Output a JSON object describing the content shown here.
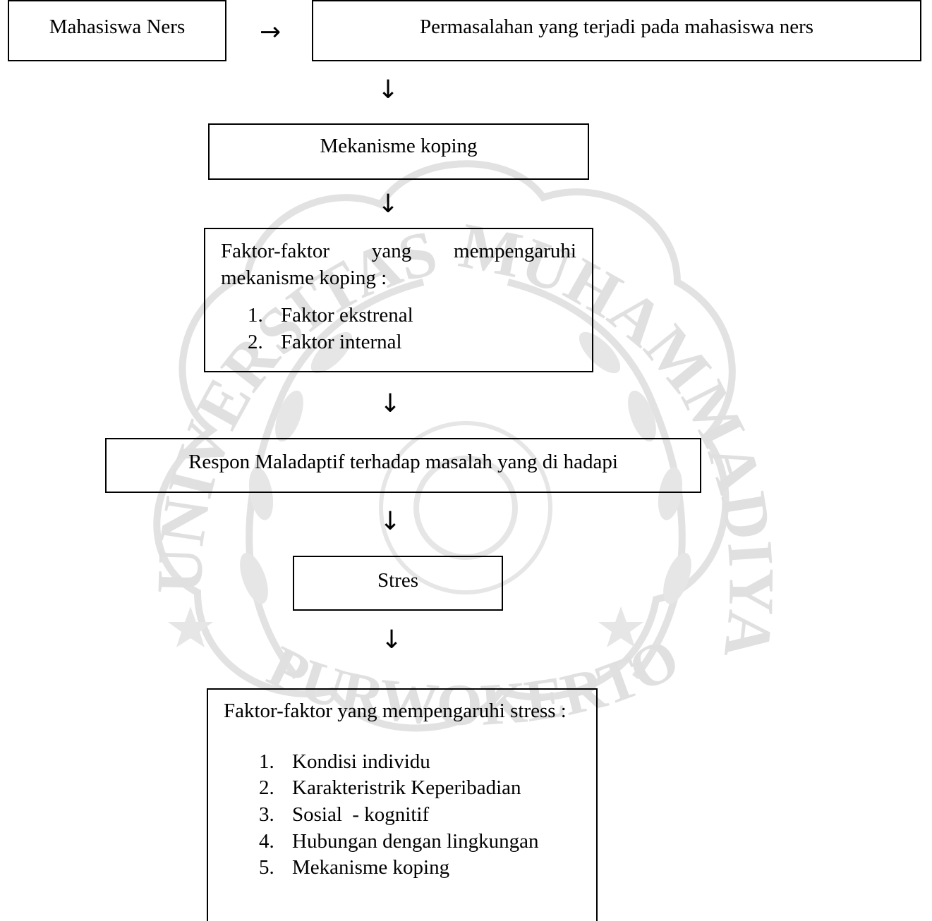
{
  "watermark": {
    "arc_text": "UNIVERSITAS MUHAMMADIYAH",
    "bottom_text": "PURWOKERTO",
    "color": "#d9d9d9"
  },
  "boxes": {
    "mahasiswa": {
      "label": "Mahasiswa Ners"
    },
    "permasalahan": {
      "label": "Permasalahan yang terjadi pada mahasiswa ners"
    },
    "mekanisme": {
      "label": "Mekanisme koping"
    },
    "faktor_koping": {
      "intro": "Faktor-faktor yang mempengaruhi mekanisme koping :",
      "items": [
        {
          "num": "1.",
          "text": "Faktor ekstrenal"
        },
        {
          "num": "2.",
          "text": "Faktor internal"
        }
      ]
    },
    "respon": {
      "label": "Respon Maladaptif terhadap masalah yang di hadapi"
    },
    "stres": {
      "label": "Stres"
    },
    "faktor_stress": {
      "intro": "Faktor-faktor yang mempengaruhi stress :",
      "items": [
        {
          "num": "1.",
          "text": "Kondisi individu"
        },
        {
          "num": "2.",
          "text": "Karakteristrik Keperibadian"
        },
        {
          "num": "3.",
          "text": "Sosial  - kognitif"
        },
        {
          "num": "4.",
          "text": "Hubungan dengan lingkungan"
        },
        {
          "num": "5.",
          "text": "Mekanisme koping"
        }
      ]
    }
  },
  "arrows": {
    "right": "→",
    "down": "↓"
  }
}
